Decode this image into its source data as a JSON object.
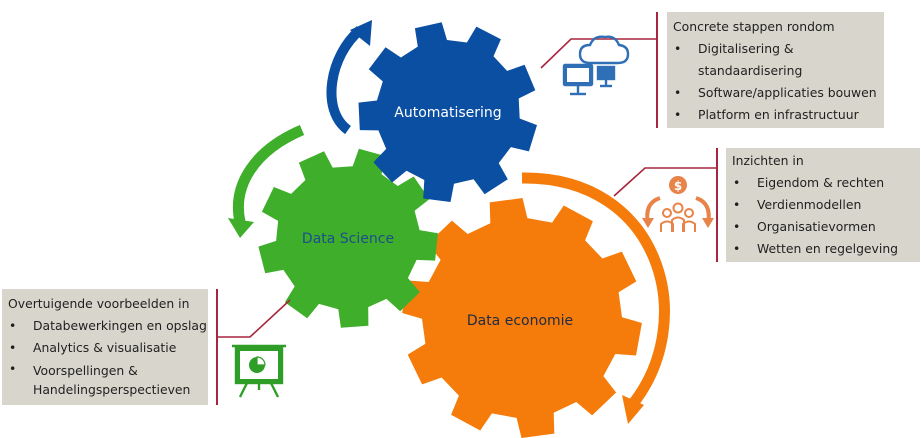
{
  "gears": {
    "automatisering": {
      "label": "Automatisering",
      "color": "#0b4fa2",
      "text_color": "#ffffff"
    },
    "data_science": {
      "label": "Data Science",
      "color": "#3fae2a",
      "text_color": "#1d4f8c"
    },
    "data_economie": {
      "label": "Data economie",
      "color": "#f57c0a",
      "text_color": "#1f2a44"
    }
  },
  "boxes": {
    "automatisering": {
      "title": "Concrete stappen rondom",
      "items": [
        "Digitalisering & standaardisering",
        "Software/applicaties bouwen",
        "Platform en infrastructuur"
      ]
    },
    "data_economie": {
      "title": "Inzichten in",
      "items": [
        "Eigendom & rechten",
        "Verdienmodellen",
        "Organisatievormen",
        "Wetten en regelgeving"
      ]
    },
    "data_science": {
      "title": "Overtuigende voorbeelden in",
      "items": [
        "Databewerkingen en opslag",
        "Analytics & visualisatie",
        "Voorspellingen & Handelingsperspectieven"
      ]
    }
  },
  "icons": {
    "cloud_computer": "cloud-computer-icon",
    "money_people": "money-people-icon",
    "presentation_chart": "presentation-chart-icon"
  },
  "colors": {
    "box_background": "#d8d6cc",
    "connector_line": "#a8253f",
    "icon_blue": "#2f6fb5",
    "icon_orange": "#e8834a",
    "icon_green": "#2f9e28"
  }
}
